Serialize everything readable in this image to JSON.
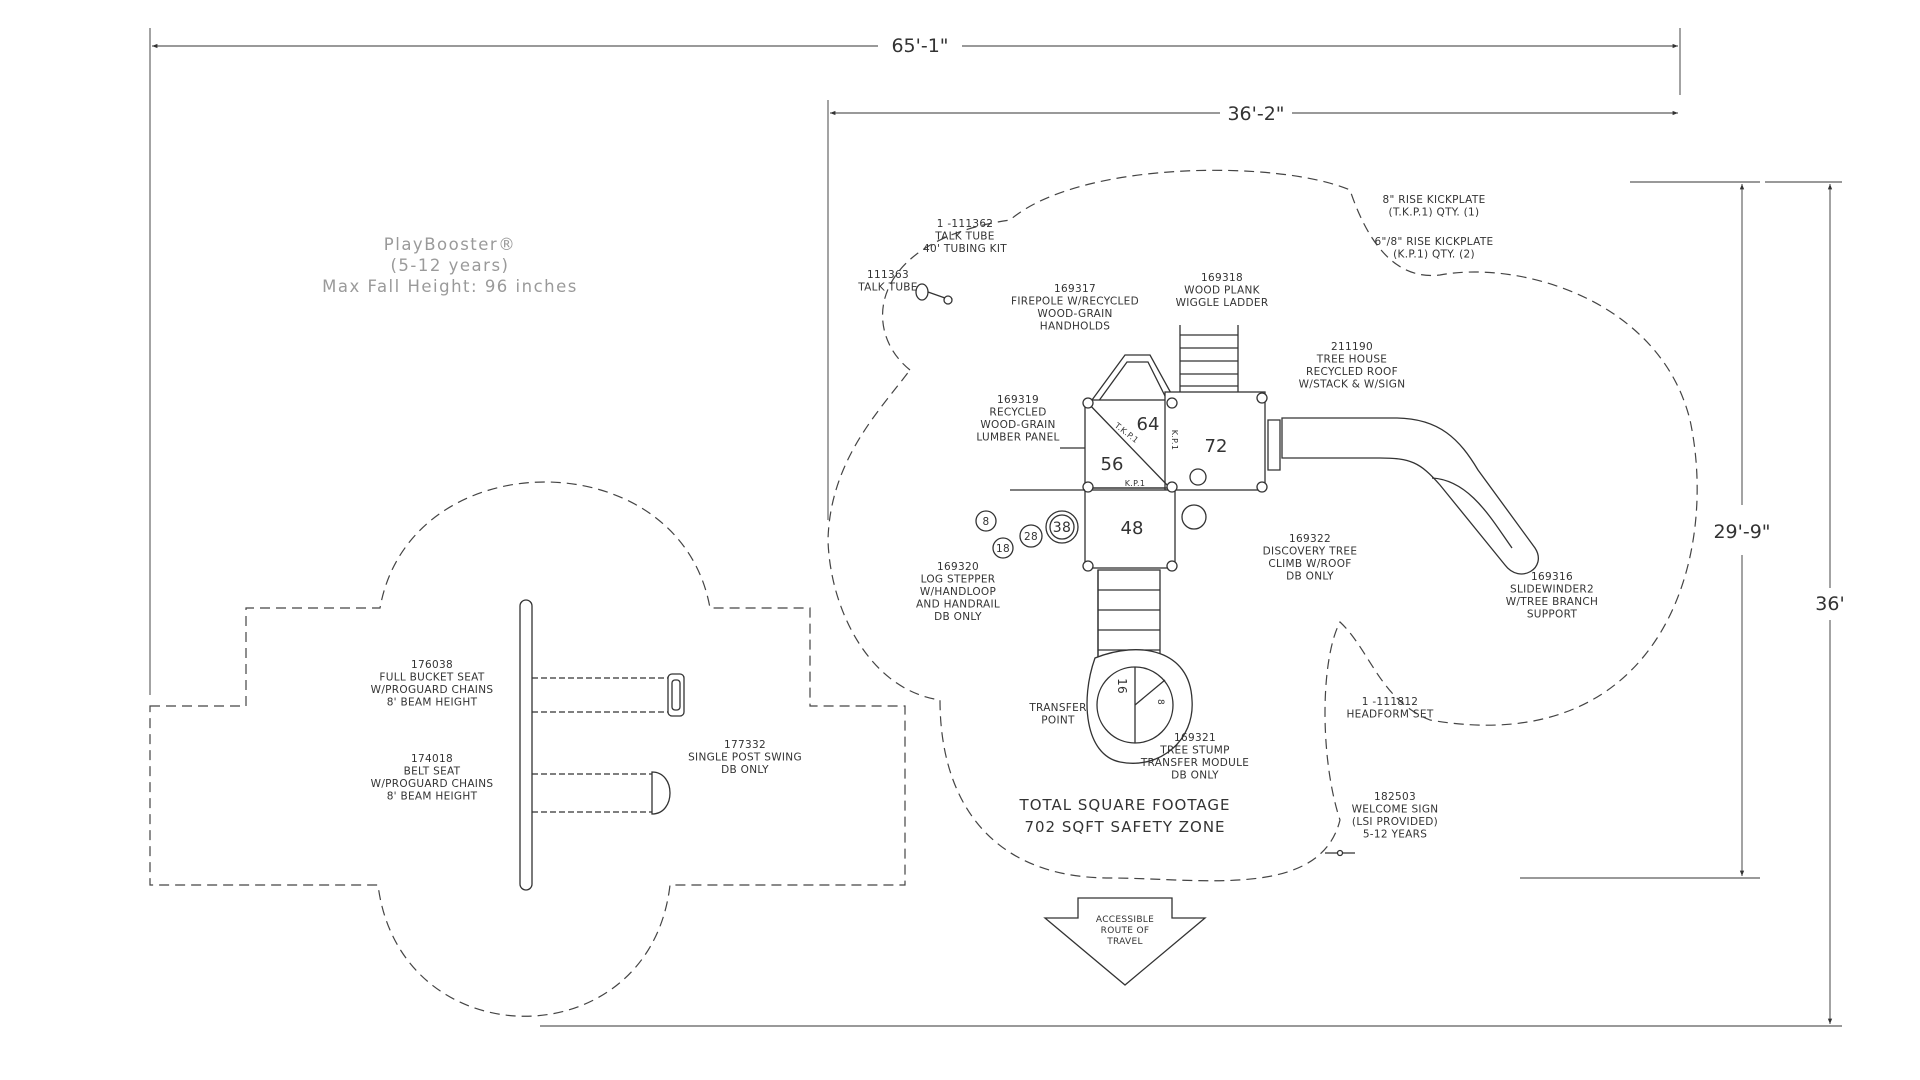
{
  "dimensions": {
    "overall_width": "65'-1\"",
    "structure_width": "36'-2\"",
    "structure_depth": "29'-9\"",
    "overall_depth": "36'"
  },
  "brand": {
    "name": "PlayBooster®",
    "age_range": "(5-12 years)",
    "fall_height": "Max Fall Height: 96 inches"
  },
  "safety_zone": {
    "line1": "TOTAL SQUARE FOOTAGE",
    "line2": "702 SQFT SAFETY ZONE"
  },
  "accessible_route": [
    "ACCESSIBLE",
    "ROUTE OF",
    "TRAVEL"
  ],
  "callouts": [
    {
      "id": "c-talk-tube-kit",
      "lines": [
        "1 -111362",
        "TALK TUBE",
        "40' TUBING KIT"
      ]
    },
    {
      "id": "c-talk-tube",
      "lines": [
        "111363",
        "TALK TUBE"
      ]
    },
    {
      "id": "c-firepole",
      "lines": [
        "169317",
        "FIREPOLE W/RECYCLED",
        "WOOD-GRAIN",
        "HANDHOLDS"
      ]
    },
    {
      "id": "c-wiggle-ladder",
      "lines": [
        "169318",
        "WOOD PLANK",
        "WIGGLE LADDER"
      ]
    },
    {
      "id": "c-kickplate-8",
      "lines": [
        "8\" RISE KICKPLATE",
        "(T.K.P.1) QTY. (1)"
      ]
    },
    {
      "id": "c-kickplate-6-8",
      "lines": [
        "6\"/8\" RISE KICKPLATE",
        "(K.P.1) QTY. (2)"
      ]
    },
    {
      "id": "c-tree-house",
      "lines": [
        "211190",
        "TREE HOUSE",
        "RECYCLED ROOF",
        "W/STACK & W/SIGN"
      ]
    },
    {
      "id": "c-lumber-panel",
      "lines": [
        "169319",
        "RECYCLED",
        "WOOD-GRAIN",
        "LUMBER PANEL"
      ]
    },
    {
      "id": "c-log-stepper",
      "lines": [
        "169320",
        "LOG STEPPER",
        "W/HANDLOOP",
        "AND HANDRAIL",
        "DB ONLY"
      ]
    },
    {
      "id": "c-discovery-tree",
      "lines": [
        "169322",
        "DISCOVERY TREE",
        "CLIMB W/ROOF",
        "DB ONLY"
      ]
    },
    {
      "id": "c-slidewinder",
      "lines": [
        "169316",
        "SLIDEWINDER2",
        "W/TREE BRANCH",
        "SUPPORT"
      ]
    },
    {
      "id": "c-transfer-point",
      "lines": [
        "TRANSFER",
        "POINT"
      ]
    },
    {
      "id": "c-tree-stump",
      "lines": [
        "169321",
        "TREE STUMP",
        "TRANSFER MODULE",
        "DB ONLY"
      ]
    },
    {
      "id": "c-headform",
      "lines": [
        "1 -111812",
        "HEADFORM SET"
      ]
    },
    {
      "id": "c-welcome-sign",
      "lines": [
        "182503",
        "WELCOME SIGN",
        "(LSI PROVIDED)",
        "5-12 YEARS"
      ]
    },
    {
      "id": "c-bucket-seat",
      "lines": [
        "176038",
        "FULL BUCKET SEAT",
        "W/PROGUARD CHAINS",
        "8' BEAM HEIGHT"
      ]
    },
    {
      "id": "c-belt-seat",
      "lines": [
        "174018",
        "BELT SEAT",
        "W/PROGUARD CHAINS",
        "8' BEAM HEIGHT"
      ]
    },
    {
      "id": "c-single-post-swing",
      "lines": [
        "177332",
        "SINGLE POST SWING",
        "DB ONLY"
      ]
    }
  ],
  "deck_heights": {
    "deck_64": "64",
    "deck_72": "72",
    "deck_56": "56",
    "deck_48": "48",
    "stump_16": "16",
    "stump_8": "8",
    "kp_top": "K.P.1",
    "kp_side": "K.P.1",
    "tkp": "T.K.P.1"
  },
  "log_steps": [
    "8",
    "18",
    "28",
    "38"
  ]
}
